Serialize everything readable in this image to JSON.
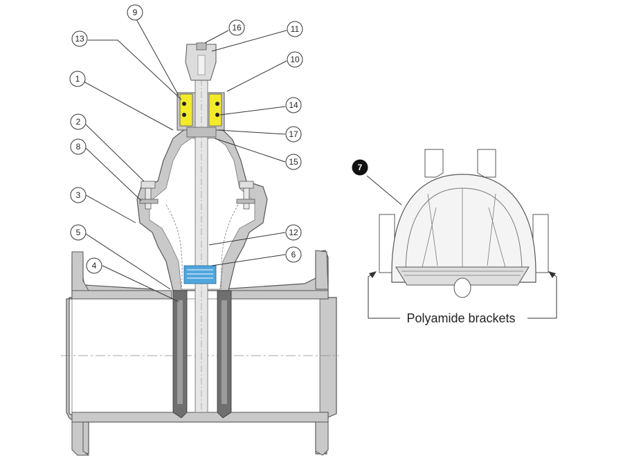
{
  "callouts": [
    {
      "id": "c9",
      "label": "9"
    },
    {
      "id": "c16",
      "label": "16"
    },
    {
      "id": "c11",
      "label": "11"
    },
    {
      "id": "c13",
      "label": "13"
    },
    {
      "id": "c10",
      "label": "10"
    },
    {
      "id": "c1",
      "label": "1"
    },
    {
      "id": "c14",
      "label": "14"
    },
    {
      "id": "c17",
      "label": "17"
    },
    {
      "id": "c2",
      "label": "2"
    },
    {
      "id": "c15",
      "label": "15"
    },
    {
      "id": "c8",
      "label": "8"
    },
    {
      "id": "c3",
      "label": "3"
    },
    {
      "id": "c12",
      "label": "12"
    },
    {
      "id": "c5",
      "label": "5"
    },
    {
      "id": "c6",
      "label": "6"
    },
    {
      "id": "c4",
      "label": "4"
    },
    {
      "id": "c7",
      "label": "7"
    }
  ],
  "bracket_caption": "Polyamide brackets",
  "colors": {
    "body_gray": "#c9c9c9",
    "gasket_yellow": "#f3ea2a",
    "nut_blue": "#4fa6dc",
    "wedge_dark": "#6f6f6f",
    "stem_light": "#e6e6e6",
    "callout_7_fill": "#111111"
  }
}
